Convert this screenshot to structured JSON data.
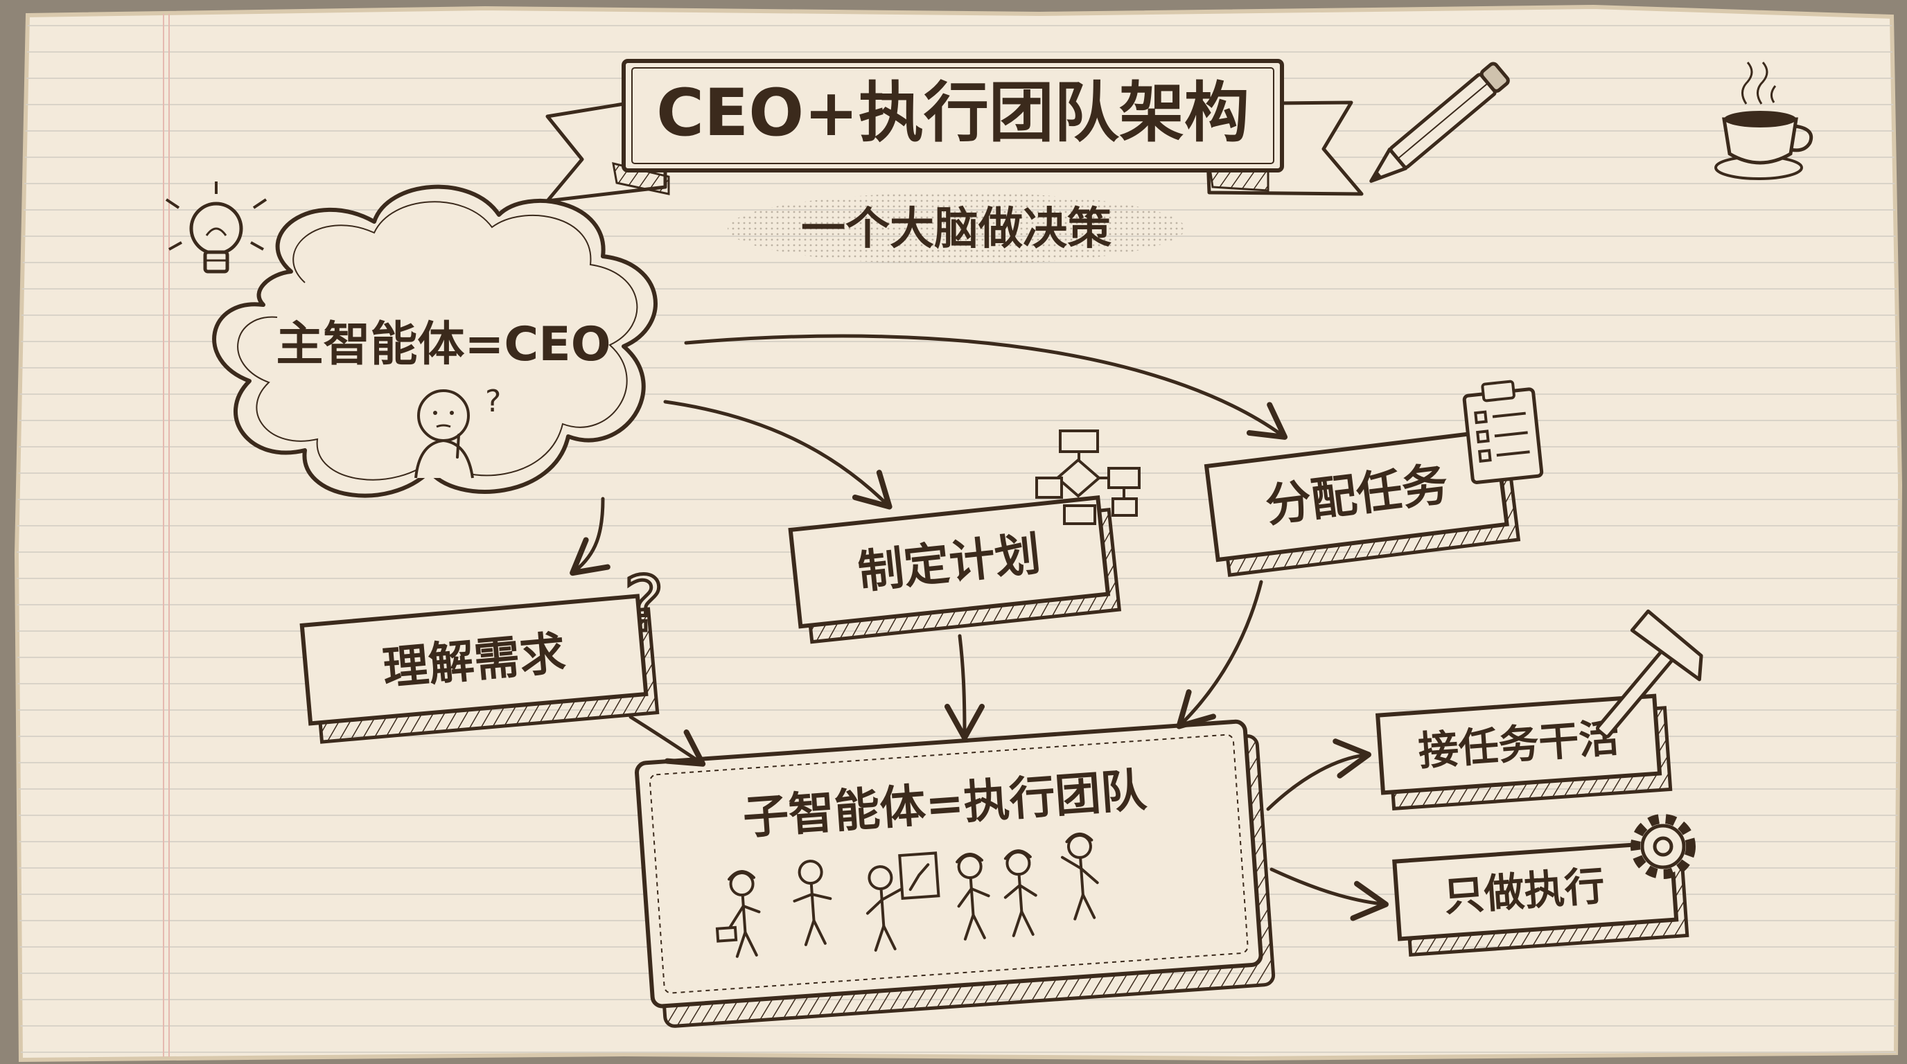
{
  "diagram": {
    "title": "CEO+执行团队架构",
    "subtitle": "一个大脑做决策",
    "nodes": {
      "ceo": "主智能体=CEO",
      "understand": "理解需求",
      "plan": "制定计划",
      "assign": "分配任务",
      "team": "子智能体=执行团队",
      "work": "接任务干活",
      "execute": "只做执行"
    },
    "edges": [
      [
        "ceo",
        "understand"
      ],
      [
        "ceo",
        "plan"
      ],
      [
        "ceo",
        "assign"
      ],
      [
        "understand",
        "team"
      ],
      [
        "plan",
        "team"
      ],
      [
        "assign",
        "team"
      ],
      [
        "team",
        "work"
      ],
      [
        "team",
        "execute"
      ]
    ]
  },
  "icons": [
    "lightbulb-icon",
    "pencil-icon",
    "coffee-cup-icon",
    "thinking-person-icon",
    "question-mark-icon",
    "flowchart-icon",
    "clipboard-checklist-icon",
    "hammer-icon",
    "gear-icon",
    "stick-figure-workers-icon"
  ],
  "colors": {
    "ink": "#3b2a1c",
    "paper": "#f3eadb",
    "paper_edge": "#d9c9ad",
    "rule_line": "#d6d0c6",
    "margin_line": "#e5b9b0",
    "background": "#8f8577"
  }
}
